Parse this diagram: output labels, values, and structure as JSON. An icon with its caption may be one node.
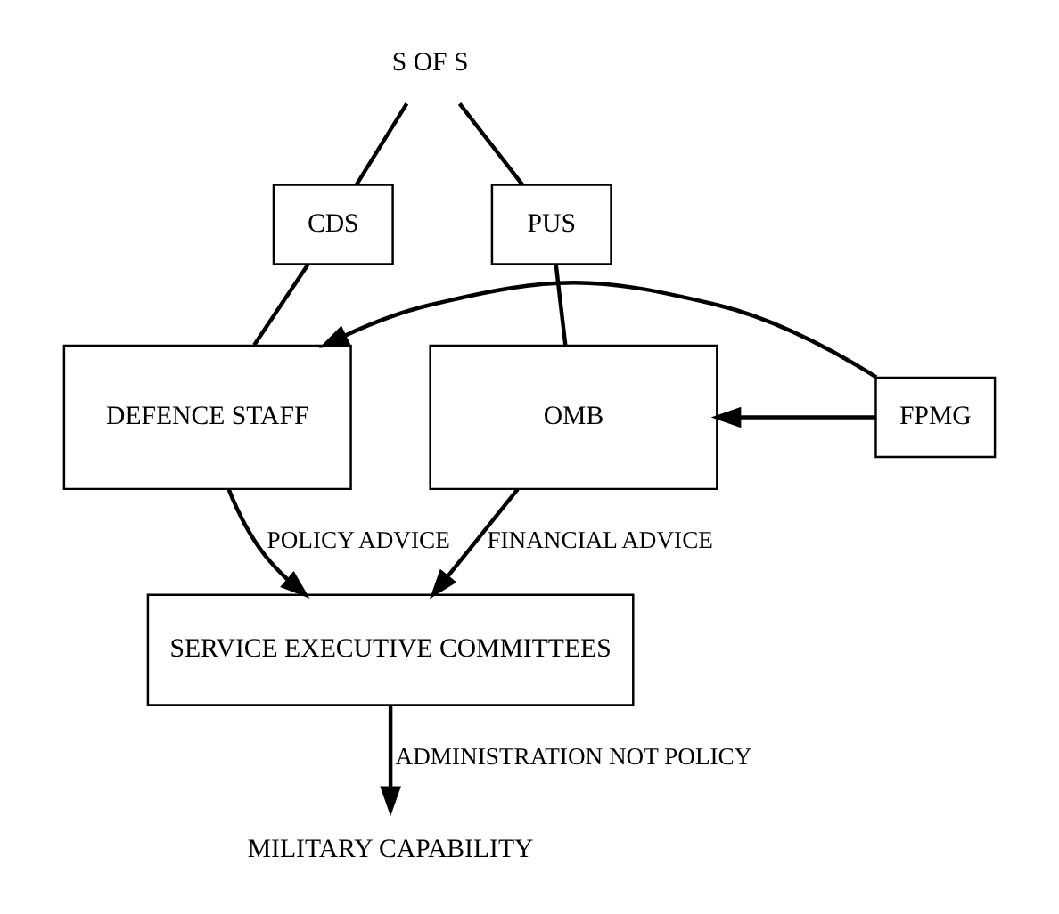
{
  "diagram": {
    "nodes": [
      {
        "text": [
          "S OF S"
        ]
      },
      {
        "text": [
          "CDS"
        ]
      },
      {
        "text": [
          "PUS"
        ]
      },
      {
        "text": [
          "DEFENCE STAFF"
        ]
      },
      {
        "text": [
          "FPMG"
        ]
      },
      {
        "text": [
          "OMB"
        ]
      },
      {
        "text": [
          "SERVICE EXECUTIVE COMMITTEES"
        ]
      },
      {
        "text": [
          "MILITARY CAPABILITY"
        ]
      }
    ],
    "edges": [
      {
        "from": 0,
        "to": 1,
        "arrow": "none"
      },
      {
        "from": 0,
        "to": 2,
        "arrow": "none"
      },
      {
        "from": 1,
        "to": 3,
        "arrow": "none"
      },
      {
        "from": 2,
        "to": 5,
        "arrow": "none"
      },
      {
        "from": 4,
        "to": 3,
        "arrow": "to"
      },
      {
        "from": 4,
        "to": 5,
        "arrow": "to"
      },
      {
        "from": 3,
        "to": 6,
        "arrow": "to",
        "label": "POLICY ADVICE"
      },
      {
        "from": 5,
        "to": 6,
        "arrow": "to",
        "label": "FINANCIAL ADVICE"
      },
      {
        "from": 6,
        "to": 7,
        "arrow": "to",
        "label": "ADMINISTRATION NOT POLICY"
      }
    ]
  }
}
